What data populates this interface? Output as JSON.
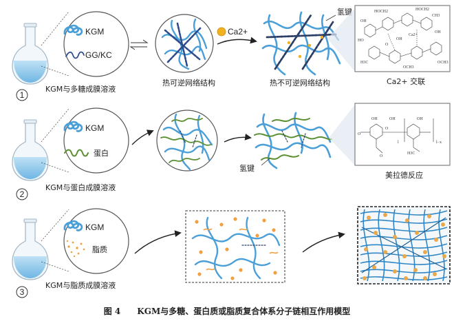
{
  "rows": [
    {
      "number": "1",
      "inset_labels": [
        "KGM",
        "GG/KC"
      ],
      "flask_caption": "KGM与多糖成膜溶液",
      "network1_caption": "热可逆网络结构",
      "ion_label": "Ca2+",
      "network2_caption": "热不可逆网络结构",
      "network2_annotation": "氢键",
      "structure_caption": "Ca2+ 交联"
    },
    {
      "number": "2",
      "inset_labels": [
        "KGM",
        "蛋白"
      ],
      "flask_caption": "KGM与蛋白成膜溶液",
      "network2_annotation": "氢键",
      "structure_caption": "美拉德反应"
    },
    {
      "number": "3",
      "inset_labels": [
        "KGM",
        "脂质"
      ],
      "flask_caption": "KGM与脂质成膜溶液"
    }
  ],
  "chem_labels": [
    "HOCH2",
    "OH",
    "O",
    "HO",
    "CH3",
    "OCH3",
    "Ca2+",
    "H3C",
    "l",
    "x",
    "l−x"
  ],
  "figure_caption": "图 4　　KGM与多糖、蛋白质或脂质复合体系分子链相互作用模型",
  "colors": {
    "kgm_blue": "#4a9fd8",
    "gg_navy": "#2d4c8c",
    "protein_green": "#5a8f32",
    "lipid_orange": "#f0a040",
    "network_dark": "#2c3f66"
  }
}
